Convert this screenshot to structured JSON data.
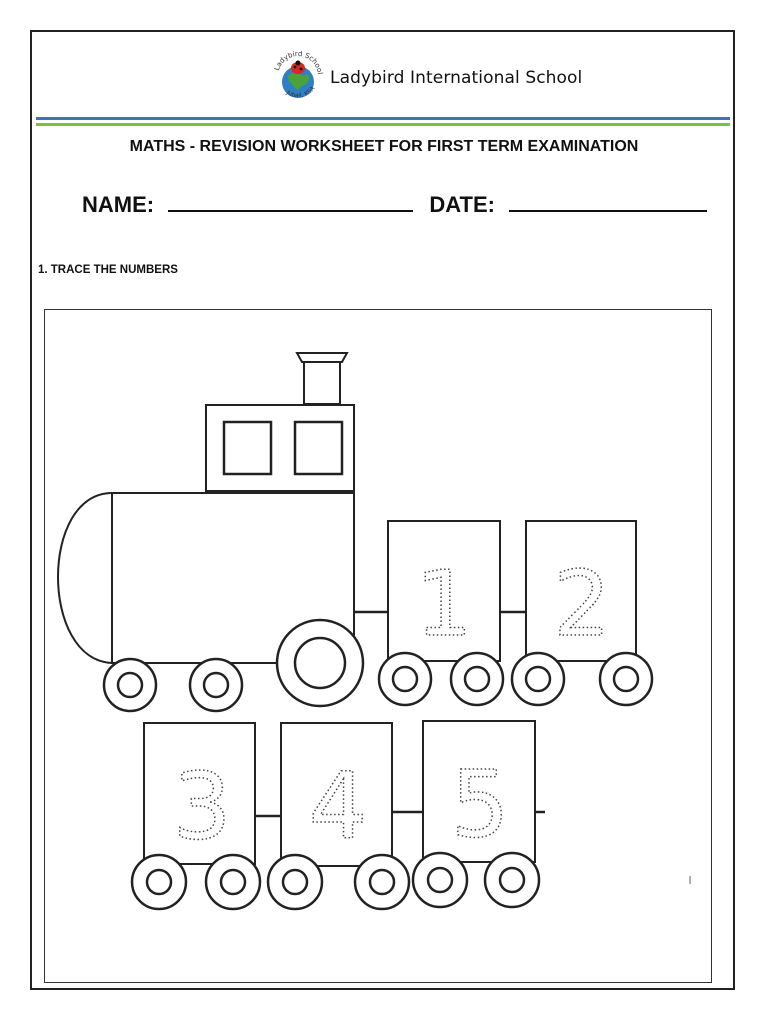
{
  "header": {
    "school_name": "Ladybird International School",
    "logo_text_top": "Ladybird School",
    "logo_text_bottom": "Jubail, KSA"
  },
  "worksheet": {
    "title": "MATHS - REVISION WORKSHEET FOR FIRST TERM EXAMINATION",
    "name_label": "NAME:",
    "date_label": "DATE:"
  },
  "question": {
    "label": "1.  TRACE THE NUMBERS"
  },
  "trace_digits": [
    "1",
    "2",
    "3",
    "4",
    "5"
  ],
  "colors": {
    "rule_blue": "#3f72b6",
    "rule_green": "#7ac142",
    "outline": "#222222"
  }
}
